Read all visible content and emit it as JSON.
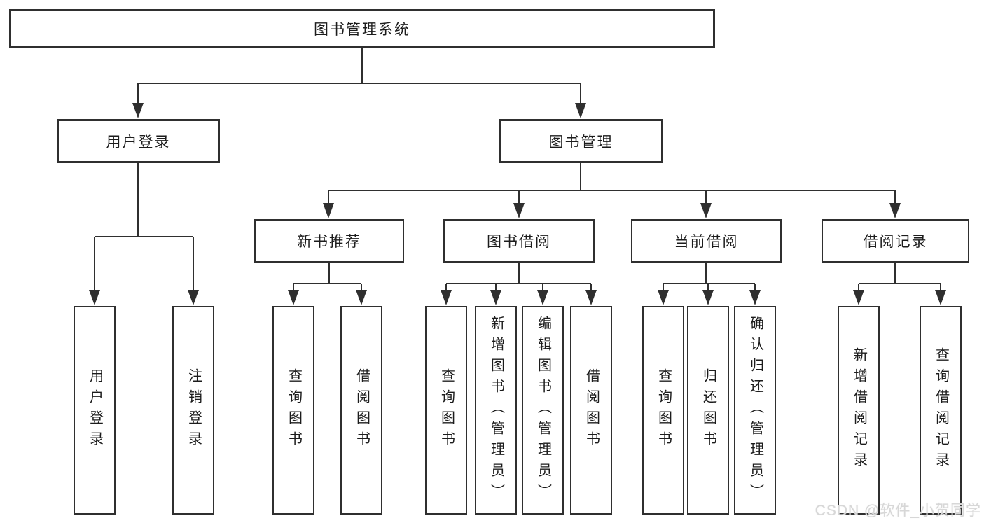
{
  "diagram": {
    "title": "图书管理系统",
    "type": "functional-structure-tree"
  },
  "nodes": {
    "root": "图书管理系统",
    "l2": {
      "user_login": "用户登录",
      "book_management": "图书管理"
    },
    "l3": {
      "new_book_recommend": "新书推荐",
      "book_borrow": "图书借阅",
      "current_borrow": "当前借阅",
      "borrow_record": "借阅记录"
    }
  },
  "groups": {
    "user_login": [
      "用户登录",
      "注销登录"
    ],
    "new_book": [
      "查询图书",
      "借阅图书"
    ],
    "book_borrow": [
      "查询图书",
      "新增图书（管理员）",
      "编辑图书（管理员）",
      "借阅图书"
    ],
    "current_borrow": [
      "查询图书",
      "归还图书",
      "确认归还（管理员）"
    ],
    "borrow_record": [
      "新增借阅记录",
      "查询借阅记录"
    ]
  },
  "watermark": "CSDN @软件_小贺同学",
  "colors": {
    "line": "#2f2f2f",
    "text": "#1c1c1c",
    "box_background": "#ffffff",
    "page_background": "#ffffff",
    "watermark": "#d7d7d7"
  }
}
